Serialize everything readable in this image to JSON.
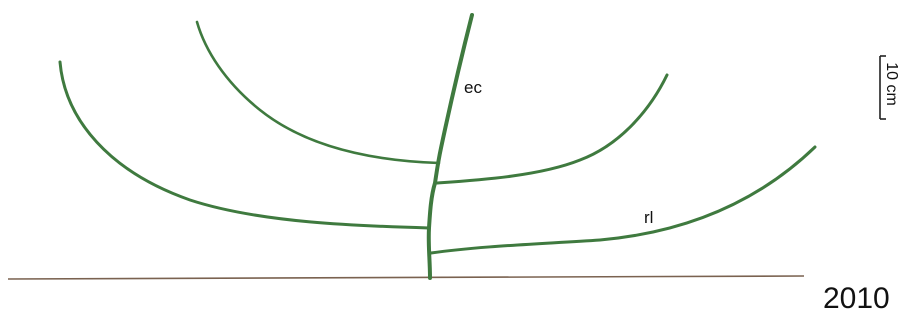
{
  "colors": {
    "plant": "#3f7a3f",
    "ground": "#7a6250",
    "text": "#111111",
    "background": "#ffffff"
  },
  "labels": {
    "ec": "ec",
    "rl": "rl",
    "year": "2010"
  },
  "scale_bar": {
    "label": "10 cm"
  }
}
